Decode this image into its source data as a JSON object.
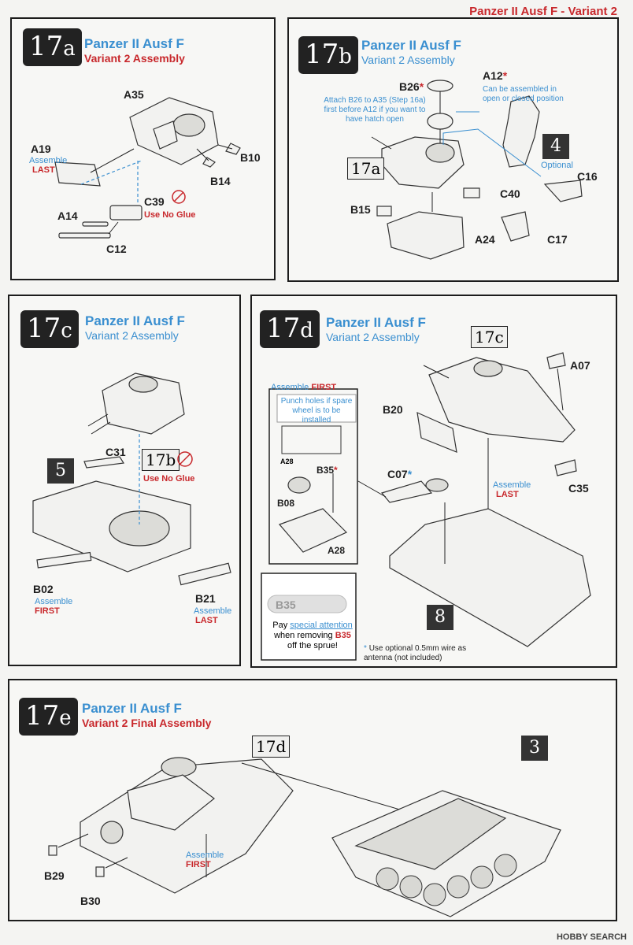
{
  "header": "Panzer II Ausf F - Variant 2",
  "steps": {
    "a": {
      "badge_num": "17",
      "badge_letter": "a",
      "title": "Panzer II Ausf F",
      "subtitle": "Variant 2 Assembly",
      "parts": {
        "a35": "A35",
        "b10": "B10",
        "b14": "B14",
        "a19": "A19",
        "c39": "C39",
        "a14": "A14",
        "c12": "C12"
      },
      "a19_note1": "Assemble",
      "a19_note2": "LAST",
      "c39_note": "Use No Glue"
    },
    "b": {
      "badge_num": "17",
      "badge_letter": "b",
      "title": "Panzer II Ausf F",
      "subtitle": "Variant 2 Assembly",
      "b26": "B26",
      "a12": "A12",
      "star": "*",
      "b26_note": [
        "Attach B26 to A35 (Step 16a)",
        "first before A12 if you want to",
        "have hatch open"
      ],
      "a12_note": [
        "Can be assembled in",
        "open or closed position"
      ],
      "ref": "17a",
      "fig_num": "4",
      "optional": "Optional",
      "parts": {
        "c16": "C16",
        "b15": "B15",
        "c40": "C40",
        "a24": "A24",
        "c17": "C17"
      }
    },
    "c": {
      "badge_num": "17",
      "badge_letter": "c",
      "title": "Panzer II Ausf F",
      "subtitle": "Variant 2 Assembly",
      "ref": "17b",
      "no_glue": "Use No Glue",
      "fig_num": "5",
      "parts": {
        "c31": "C31",
        "b02": "B02",
        "b21": "B21"
      },
      "b02_note1": "Assemble",
      "b02_note2": "FIRST",
      "b21_note1": "Assemble",
      "b21_note2": "LAST"
    },
    "d": {
      "badge_num": "17",
      "badge_letter": "d",
      "title": "Panzer II Ausf F",
      "subtitle": "Variant 2 Assembly",
      "ref": "17c",
      "assemble_first": "Assemble",
      "first": "FIRST",
      "punch_note": [
        "Punch holes if spare",
        "wheel is to be installed"
      ],
      "parts": {
        "a07": "A07",
        "b20": "B20",
        "c07": "C07",
        "c35": "C35",
        "b35": "B35",
        "b08": "B08",
        "a28": "A28",
        "a28b": "A28"
      },
      "assemble_last1": "Assemble",
      "assemble_last2": "LAST",
      "fig_num": "8",
      "sprue_label": "B35",
      "attention": [
        "Pay ",
        "special attention",
        "when removing ",
        "B35",
        "off the sprue!"
      ],
      "antenna_note": [
        "Use optional 0.5mm wire as",
        "antenna (not included)"
      ]
    },
    "e": {
      "badge_num": "17",
      "badge_letter": "e",
      "title": "Panzer II Ausf F",
      "subtitle": "Variant 2 Final Assembly",
      "ref": "17d",
      "fig_num": "3",
      "parts": {
        "b29": "B29",
        "b30": "B30"
      },
      "assemble": "Assemble",
      "first": "FIRST"
    }
  },
  "watermark": "HOBBY SEARCH",
  "colors": {
    "accent_blue": "#3a8fd0",
    "accent_red": "#c8282c",
    "badge_dark": "#222222"
  }
}
